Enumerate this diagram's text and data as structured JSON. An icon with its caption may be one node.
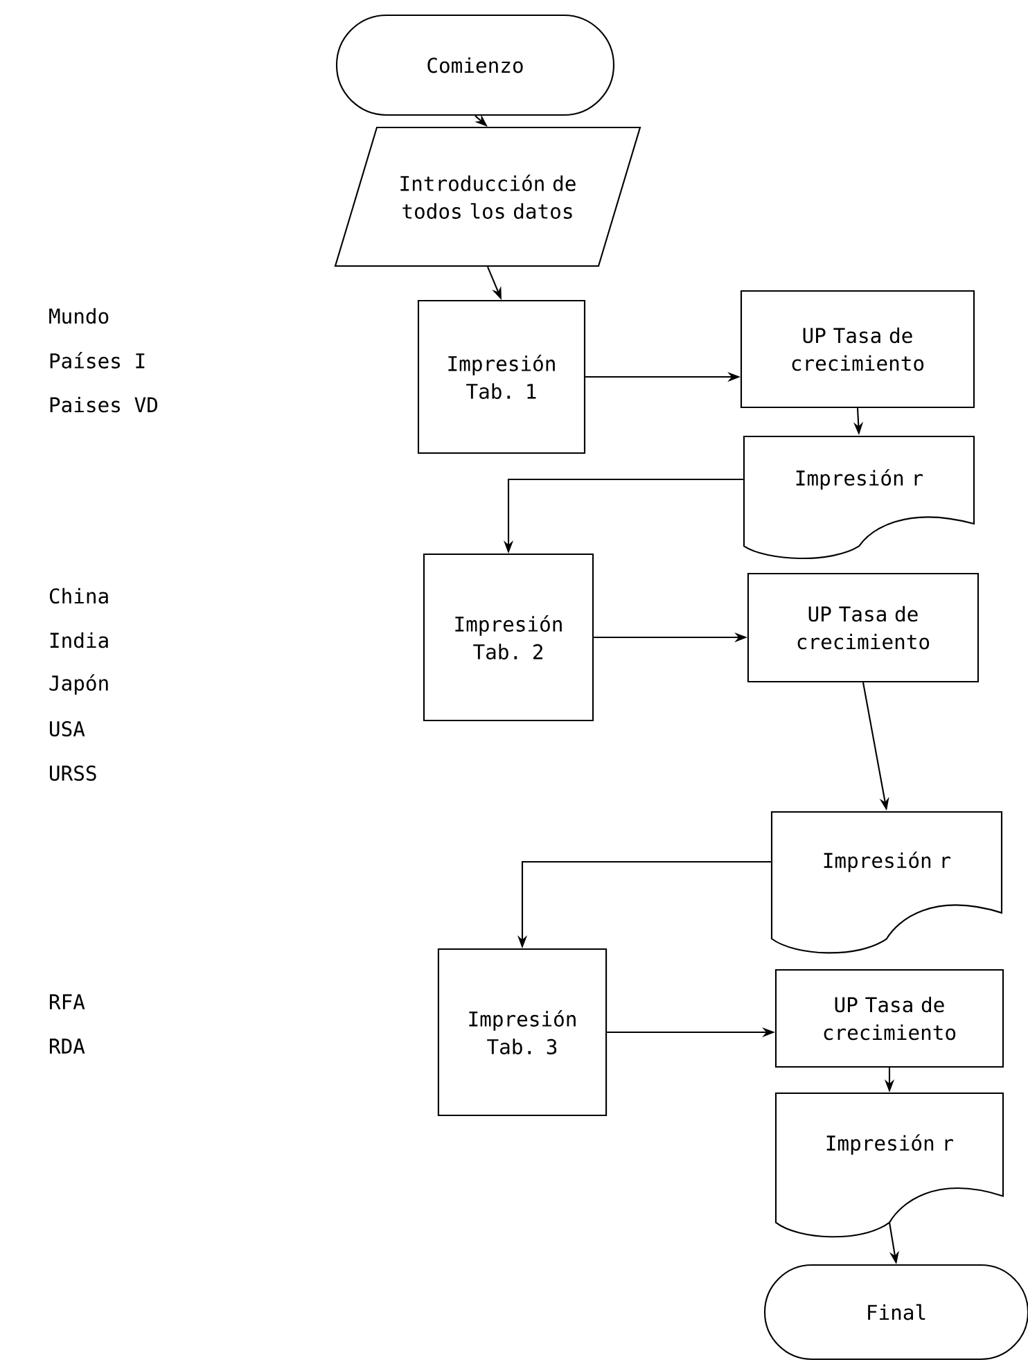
{
  "diagram": {
    "nodes": [
      {
        "text": [
          "Comienzo"
        ]
      },
      {
        "text": [
          "Introducción de todos los datos"
        ]
      },
      {
        "text": [
          "Impresión Tab. 1"
        ]
      },
      {
        "text": [
          "UP Tasa de crecimiento"
        ]
      },
      {
        "text": [
          "Impresión r"
        ]
      },
      {
        "text": [
          "Impresión Tab. 2"
        ]
      },
      {
        "text": [
          "UP Tasa de crecimiento"
        ]
      },
      {
        "text": [
          "Impresión r"
        ]
      },
      {
        "text": [
          "Impresión Tab. 3"
        ]
      },
      {
        "text": [
          "UP Tasa de crecimiento"
        ]
      },
      {
        "text": [
          "Impresión r"
        ]
      },
      {
        "text": [
          "Final"
        ]
      }
    ],
    "edges": [
      {
        "from": 0,
        "to": 1,
        "arrow": "to"
      },
      {
        "from": 1,
        "to": 2,
        "arrow": "to"
      },
      {
        "from": 2,
        "to": 3,
        "arrow": "to"
      },
      {
        "from": 3,
        "to": 4,
        "arrow": "to"
      },
      {
        "from": 4,
        "to": 5,
        "arrow": "to"
      },
      {
        "from": 5,
        "to": 6,
        "arrow": "to"
      },
      {
        "from": 6,
        "to": 7,
        "arrow": "to"
      },
      {
        "from": 7,
        "to": 8,
        "arrow": "to"
      },
      {
        "from": 8,
        "to": 9,
        "arrow": "to"
      },
      {
        "from": 9,
        "to": 10,
        "arrow": "to"
      },
      {
        "from": 10,
        "to": 11,
        "arrow": "to"
      }
    ],
    "labels": [
      "Mundo",
      "Países I",
      "Paises VD",
      "China",
      "India",
      "Japón",
      "USA",
      "URSS",
      "RFA",
      "RDA"
    ]
  }
}
